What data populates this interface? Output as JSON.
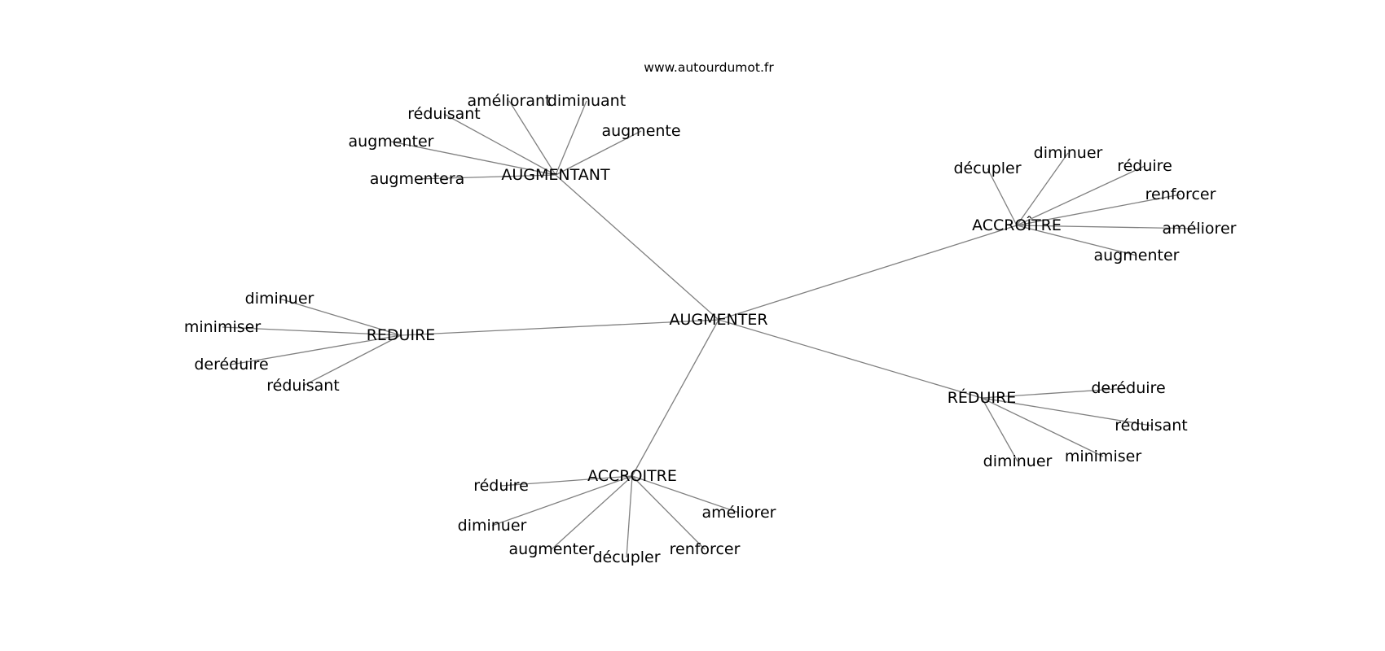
{
  "header": {
    "site": "www.autourdumot.fr"
  },
  "graph": {
    "nodes": [
      {
        "id": "augmenter_center",
        "label": "AUGMENTER"
      },
      {
        "id": "augmentant",
        "label": "AUGMENTANT"
      },
      {
        "id": "accroitre_circ",
        "label": "ACCROÎTRE"
      },
      {
        "id": "reduire_plain",
        "label": "REDUIRE"
      },
      {
        "id": "reduire_acc",
        "label": "RÉDUIRE"
      },
      {
        "id": "accroitre_plain",
        "label": "ACCROITRE"
      },
      {
        "id": "a_ameliorant",
        "label": "améliorant"
      },
      {
        "id": "a_diminuant",
        "label": "diminuant"
      },
      {
        "id": "a_reduisant",
        "label": "réduisant"
      },
      {
        "id": "a_augmente",
        "label": "augmente"
      },
      {
        "id": "a_augmenter",
        "label": "augmenter"
      },
      {
        "id": "a_augmentera",
        "label": "augmentera"
      },
      {
        "id": "c_decupler",
        "label": "décupler"
      },
      {
        "id": "c_diminuer",
        "label": "diminuer"
      },
      {
        "id": "c_reduire",
        "label": "réduire"
      },
      {
        "id": "c_renforcer",
        "label": "renforcer"
      },
      {
        "id": "c_ameliorer",
        "label": "améliorer"
      },
      {
        "id": "c_augmenter",
        "label": "augmenter"
      },
      {
        "id": "r_diminuer",
        "label": "diminuer"
      },
      {
        "id": "r_minimiser",
        "label": "minimiser"
      },
      {
        "id": "r_dereduire",
        "label": "deréduire"
      },
      {
        "id": "r_reduisant",
        "label": "réduisant"
      },
      {
        "id": "e_dereduire",
        "label": "deréduire"
      },
      {
        "id": "e_reduisant",
        "label": "réduisant"
      },
      {
        "id": "e_minimiser",
        "label": "minimiser"
      },
      {
        "id": "e_diminuer",
        "label": "diminuer"
      },
      {
        "id": "p_reduire",
        "label": "réduire"
      },
      {
        "id": "p_diminuer",
        "label": "diminuer"
      },
      {
        "id": "p_augmenter",
        "label": "augmenter"
      },
      {
        "id": "p_decupler",
        "label": "décupler"
      },
      {
        "id": "p_renforcer",
        "label": "renforcer"
      },
      {
        "id": "p_ameliorer",
        "label": "améliorer"
      }
    ],
    "edges": [
      [
        "augmenter_center",
        "augmentant"
      ],
      [
        "augmenter_center",
        "accroitre_circ"
      ],
      [
        "augmenter_center",
        "reduire_plain"
      ],
      [
        "augmenter_center",
        "reduire_acc"
      ],
      [
        "augmenter_center",
        "accroitre_plain"
      ],
      [
        "augmentant",
        "a_ameliorant"
      ],
      [
        "augmentant",
        "a_diminuant"
      ],
      [
        "augmentant",
        "a_reduisant"
      ],
      [
        "augmentant",
        "a_augmente"
      ],
      [
        "augmentant",
        "a_augmenter"
      ],
      [
        "augmentant",
        "a_augmentera"
      ],
      [
        "accroitre_circ",
        "c_decupler"
      ],
      [
        "accroitre_circ",
        "c_diminuer"
      ],
      [
        "accroitre_circ",
        "c_reduire"
      ],
      [
        "accroitre_circ",
        "c_renforcer"
      ],
      [
        "accroitre_circ",
        "c_ameliorer"
      ],
      [
        "accroitre_circ",
        "c_augmenter"
      ],
      [
        "reduire_plain",
        "r_diminuer"
      ],
      [
        "reduire_plain",
        "r_minimiser"
      ],
      [
        "reduire_plain",
        "r_dereduire"
      ],
      [
        "reduire_plain",
        "r_reduisant"
      ],
      [
        "reduire_acc",
        "e_dereduire"
      ],
      [
        "reduire_acc",
        "e_reduisant"
      ],
      [
        "reduire_acc",
        "e_minimiser"
      ],
      [
        "reduire_acc",
        "e_diminuer"
      ],
      [
        "accroitre_plain",
        "p_reduire"
      ],
      [
        "accroitre_plain",
        "p_diminuer"
      ],
      [
        "accroitre_plain",
        "p_augmenter"
      ],
      [
        "accroitre_plain",
        "p_decupler"
      ],
      [
        "accroitre_plain",
        "p_renforcer"
      ],
      [
        "accroitre_plain",
        "p_ameliorer"
      ]
    ]
  }
}
